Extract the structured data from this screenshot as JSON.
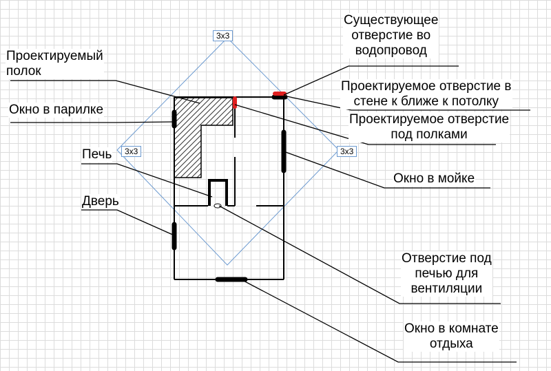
{
  "dims": {
    "top": "3x3",
    "left": "3x3",
    "right": "3x3"
  },
  "labels": {
    "shelf": "Проектируемый\nполок",
    "window_steam": "Окно в парилке",
    "stove": "Печь",
    "door": "Дверь",
    "existing_hole": "Существующее\nотверстие во\nводопровод",
    "hole_wall": "Проектируемое отверстие в\nстене к ближе к потолку",
    "hole_shelf": "Проектируемое отверстие\nпод полками",
    "window_wash": "Окно в мойке",
    "vent_hole": "Отверстие под\nпечью для\nвентиляции",
    "window_rest": "Окно в комнате\nотдыха"
  },
  "colors": {
    "wall": "#000000",
    "dimension": "#6c9ad0",
    "hole": "#e02020"
  }
}
